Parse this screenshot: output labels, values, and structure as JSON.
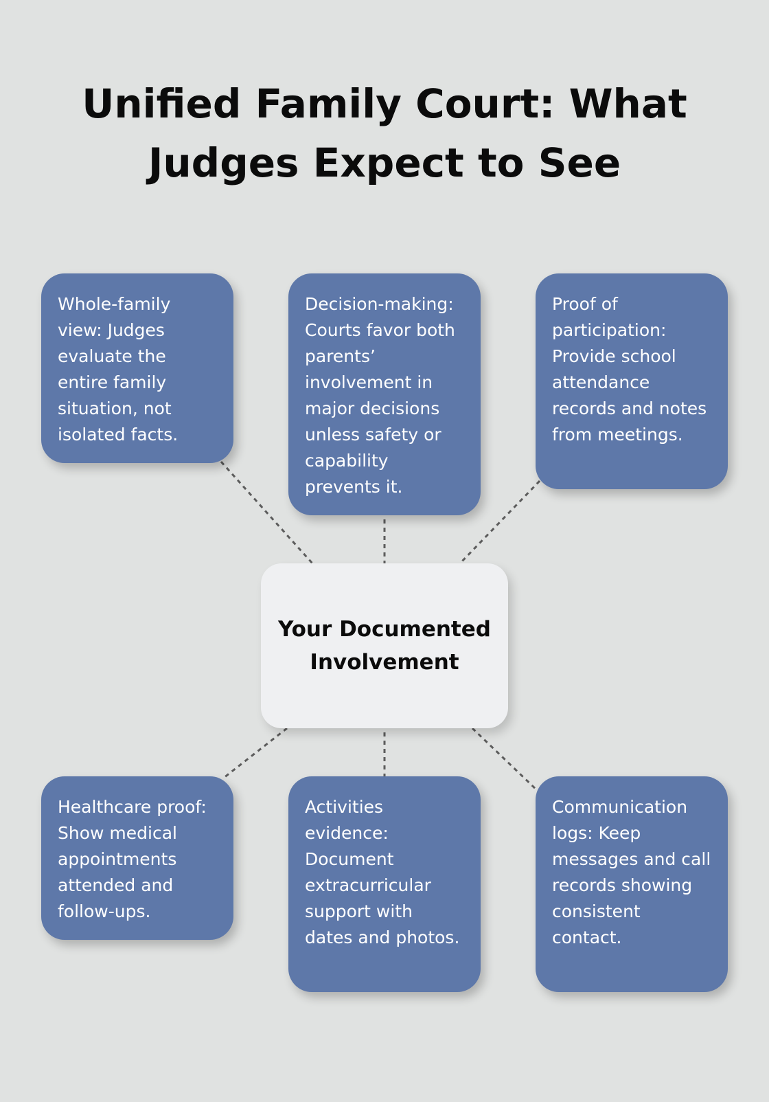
{
  "title": "Unified Family Court: What Judges Expect to See",
  "center": {
    "label": "Your Documented Involvement"
  },
  "cards": [
    {
      "text": "Whole-family view: Judges evaluate the entire family situation, not isolated facts."
    },
    {
      "text": "Decision-making: Courts favor both parents’ involvement in major decisions unless safety or capability prevents it."
    },
    {
      "text": "Proof of participation: Provide school attendance records and notes from meetings."
    },
    {
      "text": "Healthcare proof: Show medical appointments attended and follow-ups."
    },
    {
      "text": "Activities evidence: Document extracurricular support with dates and photos."
    },
    {
      "text": "Communication logs: Keep messages and call records showing consistent contact."
    }
  ],
  "colors": {
    "background": "#e0e2e1",
    "card": "#5e78a9",
    "center": "#eff0f2",
    "connector": "#5c5c5c",
    "text_dark": "#0b0b0b",
    "text_light": "#ffffff"
  }
}
